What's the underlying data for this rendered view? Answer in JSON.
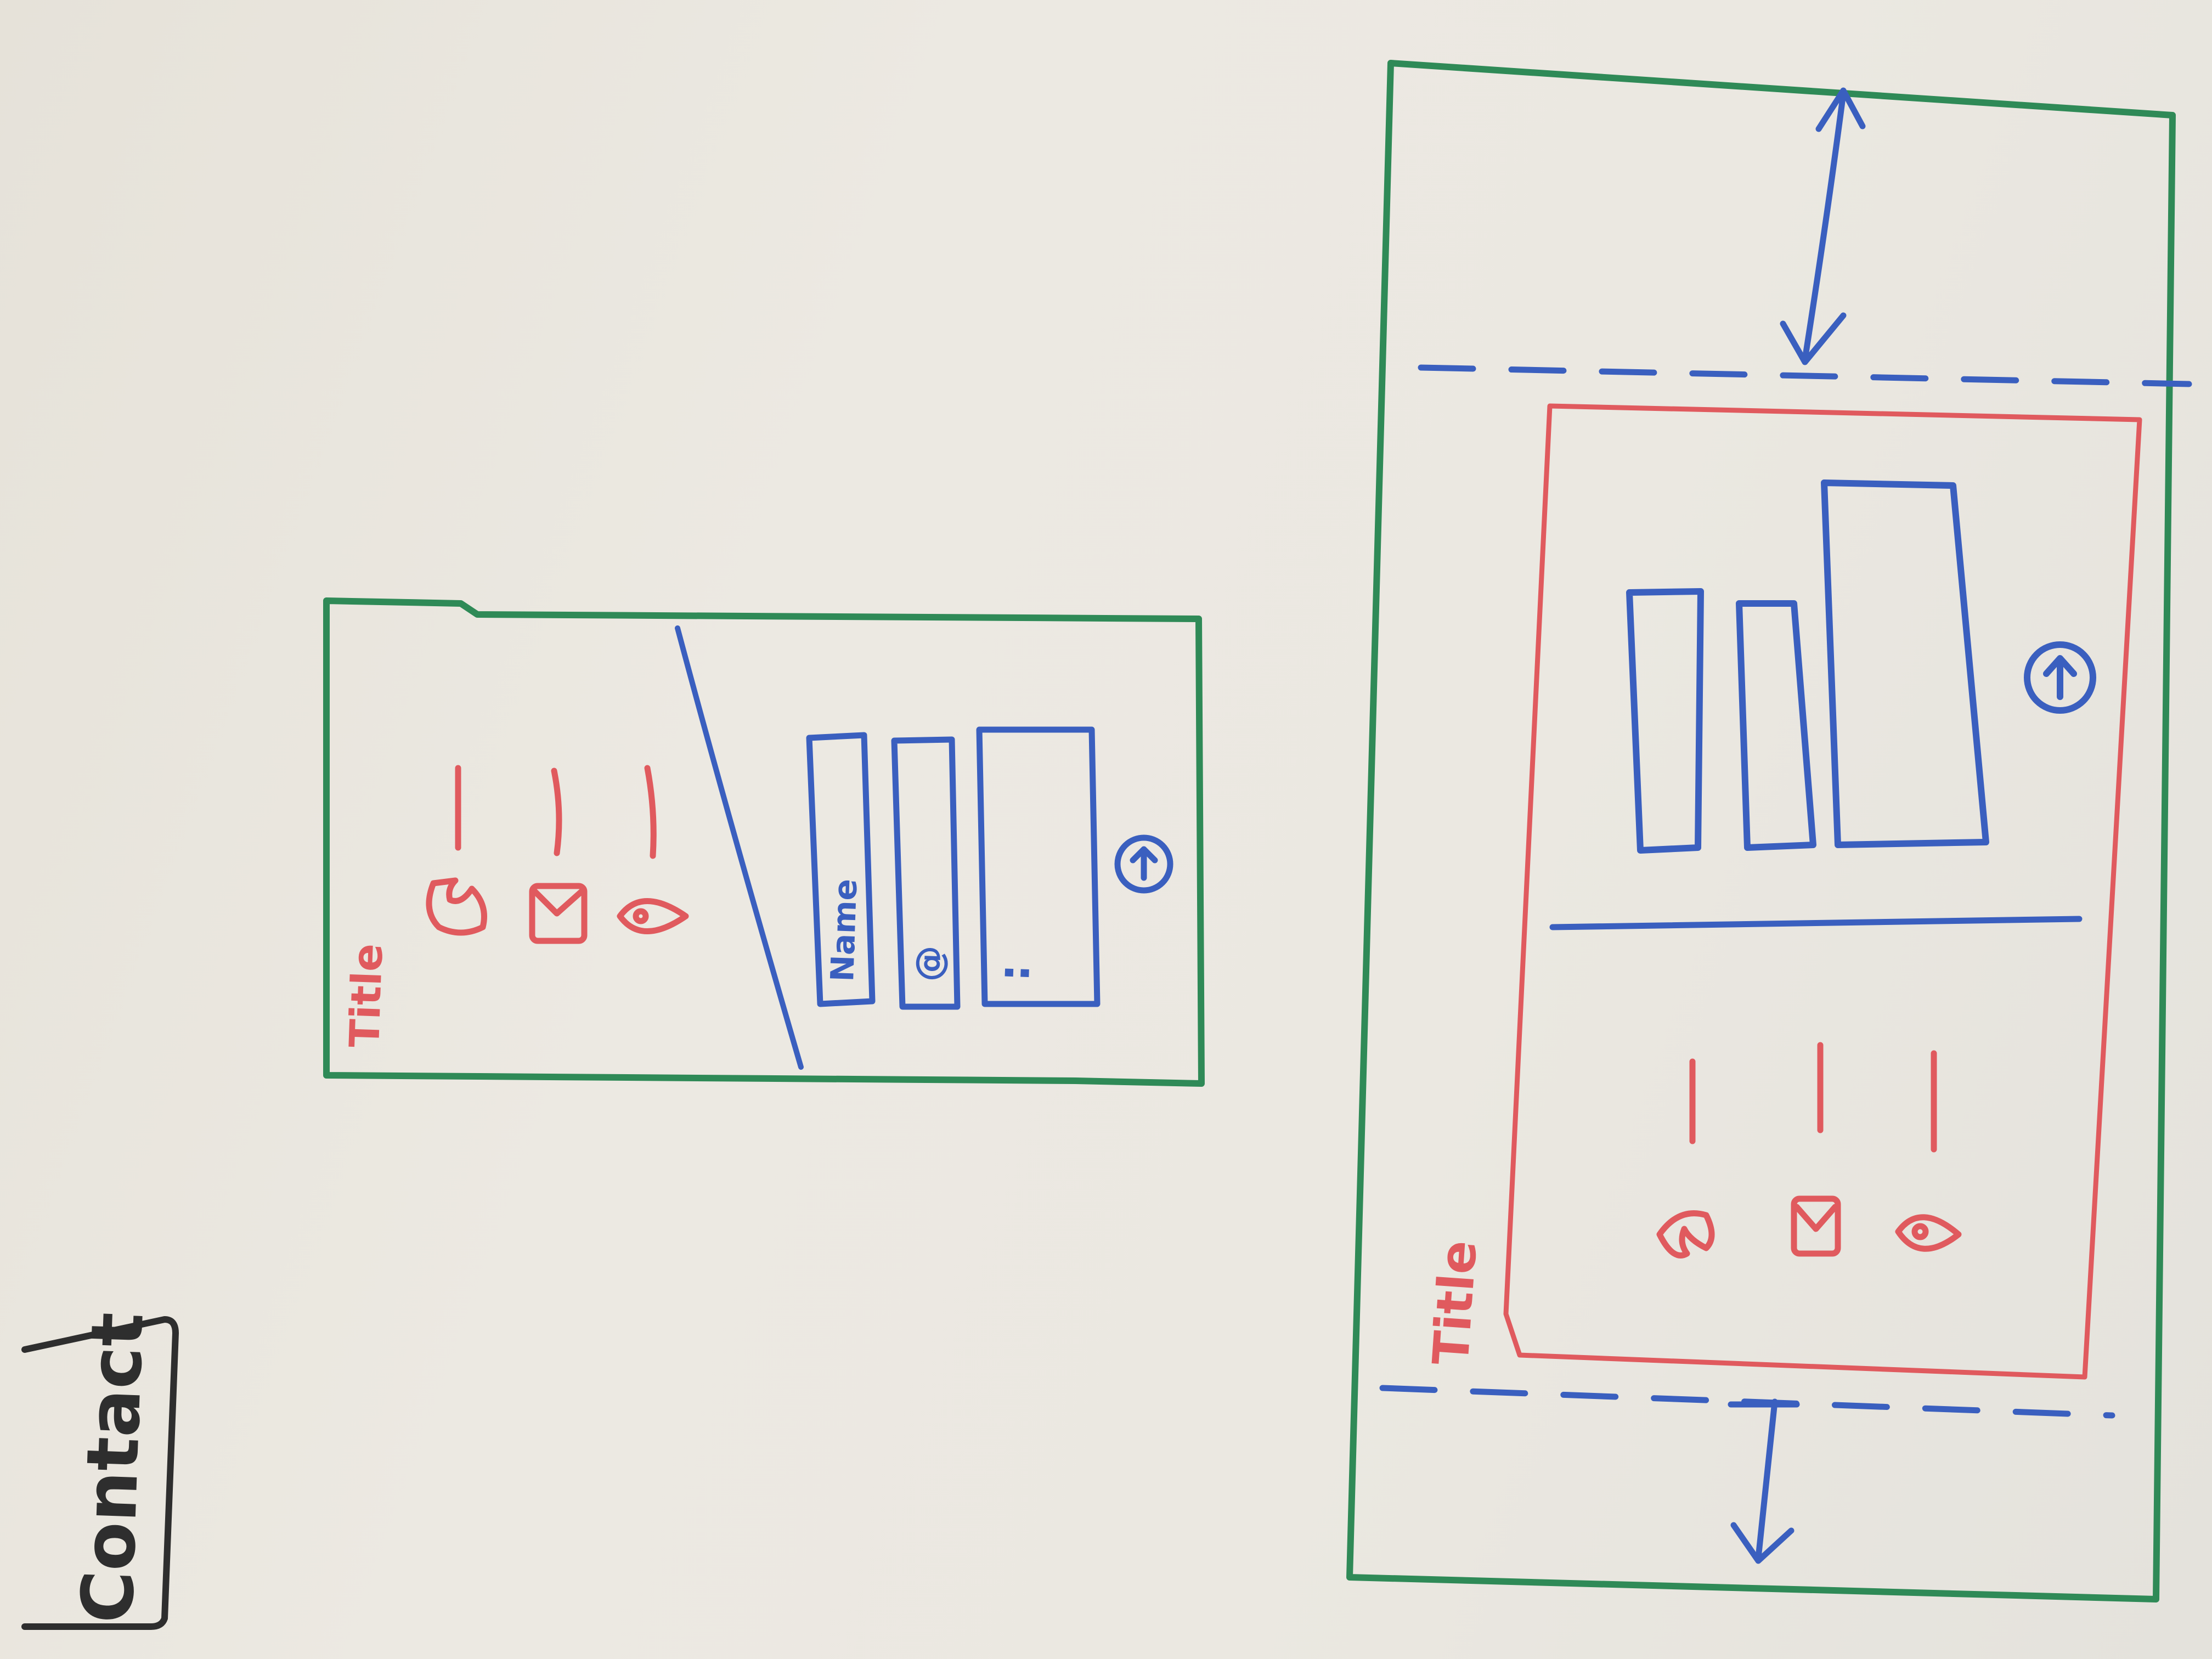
{
  "colors": {
    "board": "#ebe8e1",
    "green_marker": "#2f8a57",
    "red_marker": "#e05a5e",
    "blue_marker": "#3a5fbf",
    "black_marker": "#2e2e2e"
  },
  "page_label": "Contact",
  "mobile_sketch": {
    "title": "Title",
    "contact_icons": [
      "phone-icon",
      "mail-icon",
      "location-pin-icon"
    ],
    "form_fields": {
      "name_placeholder": "Name",
      "email_placeholder": "@",
      "message_placeholder": ":"
    },
    "submit_icon": "upload-arrow-icon"
  },
  "desktop_sketch": {
    "title": "Title",
    "contact_icons": [
      "phone-icon",
      "mail-icon",
      "location-pin-icon"
    ],
    "submit_icon": "upload-arrow-icon"
  }
}
